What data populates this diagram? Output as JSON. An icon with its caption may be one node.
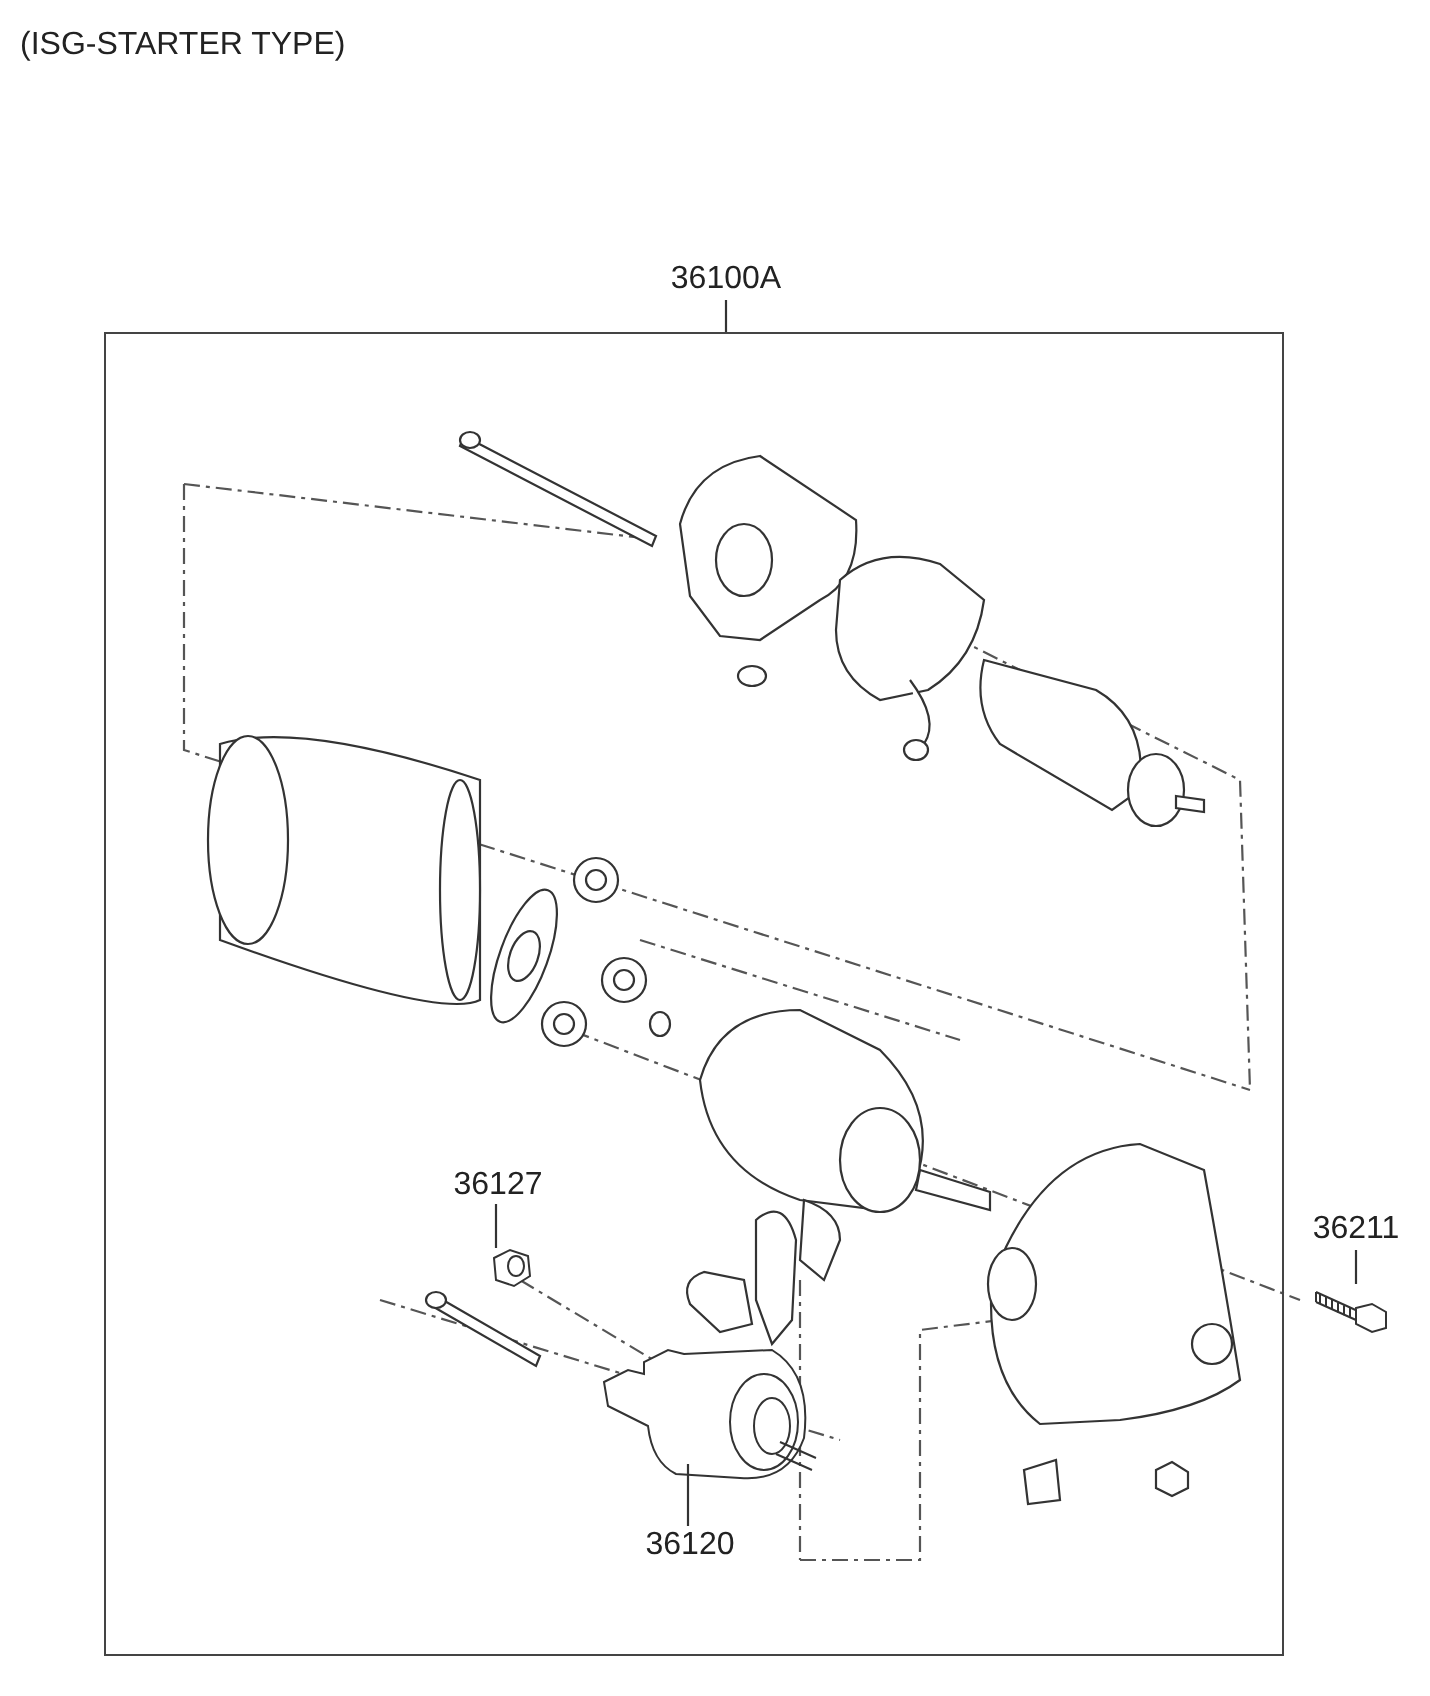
{
  "diagram": {
    "title": "(ISG-STARTER TYPE)",
    "nodes": [
      {
        "text": [
          "36100A"
        ]
      },
      {
        "text": [],
        "shape": "box"
      },
      {
        "text": [
          "36127"
        ],
        "in": 1
      },
      {
        "text": [],
        "shape": "picture",
        "in": 1
      },
      {
        "text": [
          "36120"
        ],
        "in": 1
      },
      {
        "text": [],
        "shape": "picture",
        "in": 1
      },
      {
        "text": [
          "36211"
        ]
      },
      {
        "text": [],
        "shape": "picture"
      }
    ],
    "edges": [
      {
        "from": 0,
        "to": 1,
        "arrow": "none"
      },
      {
        "from": 2,
        "to": 3,
        "arrow": "none"
      },
      {
        "from": 4,
        "to": 5,
        "arrow": "none"
      },
      {
        "from": 6,
        "to": 7,
        "arrow": "none"
      }
    ]
  }
}
